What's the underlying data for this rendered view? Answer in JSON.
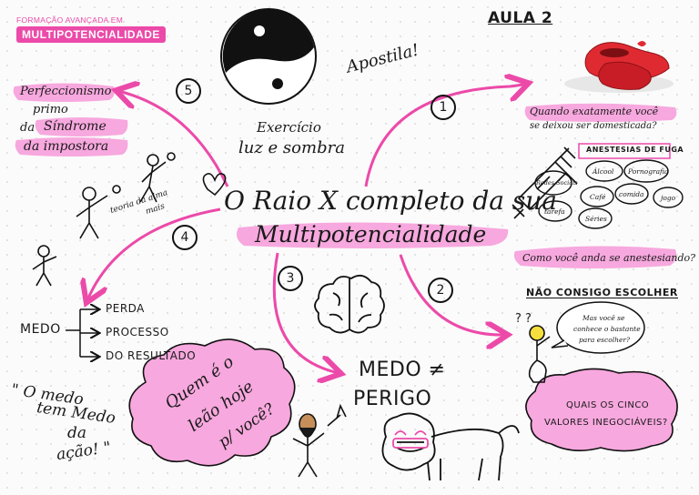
{
  "brand": {
    "small": "FORMAÇÃO AVANÇADA EM",
    "big": "MULTIPOTENCIALIDADE"
  },
  "aula": "AULA 2",
  "center": {
    "line1": "O Raio X completo da sua",
    "line2": "Multipotencialidade"
  },
  "exercise": {
    "line1": "Exercício",
    "line2": "luz e sombra"
  },
  "apostila": "Apostila!",
  "numbers": [
    "1",
    "2",
    "3",
    "4",
    "5"
  ],
  "q1": {
    "line1": "Quando exatamente você",
    "line2": "se deixou ser domesticada?"
  },
  "anestesias": {
    "title": "ANESTESIAS DE FUGA",
    "items": [
      "Redes Sociais",
      "Álcool",
      "Pornografia",
      "Café",
      "comida",
      "jogo",
      "tarefa",
      "Séries"
    ]
  },
  "q2": "Como você anda se anestesiando?",
  "nao_consigo": "NÃO CONSIGO ESCOLHER",
  "thought": {
    "line1": "Mas você se",
    "line2": "conhece o bastante",
    "line3": "para escolher?"
  },
  "valores": {
    "line1": "QUAIS OS CINCO",
    "line2": "VALORES INEGOCIÁVEIS?"
  },
  "perfeccionismo": {
    "l1": "Perfeccionismo",
    "l2": "primo",
    "l3": "da",
    "l4": "Síndrome",
    "l5": "da impostora"
  },
  "teoria": {
    "line1": "teoria da alma",
    "line2": "mais"
  },
  "medo": {
    "label": "MEDO",
    "items": [
      "PERDA",
      "PROCESSO",
      "DO RESULTADO"
    ]
  },
  "quote": {
    "l1": "\" O medo",
    "l2": "tem Medo",
    "l3": "da",
    "l4": "ação! \""
  },
  "cloud": {
    "l1": "Quem é o",
    "l2": "leão hoje",
    "l3": "p/ você?"
  },
  "medo_perigo": {
    "l1": "MEDO ≠",
    "l2": "PERIGO"
  },
  "colors": {
    "pink": "#ec4aa9",
    "pink_light": "#f7a8de",
    "ink": "#111111",
    "shoe_red": "#e02a32"
  }
}
